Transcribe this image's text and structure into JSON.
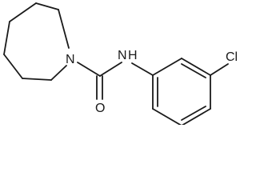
{
  "molecule": {
    "atoms": {
      "ring_nitrogen": "N",
      "amide_nitrogen": "N",
      "amide_hydrogen": "H",
      "carbonyl_oxygen": "O",
      "chlorine": "Cl"
    }
  },
  "colors": {
    "bond": "#1a1a1a",
    "background": "#ffffff"
  }
}
